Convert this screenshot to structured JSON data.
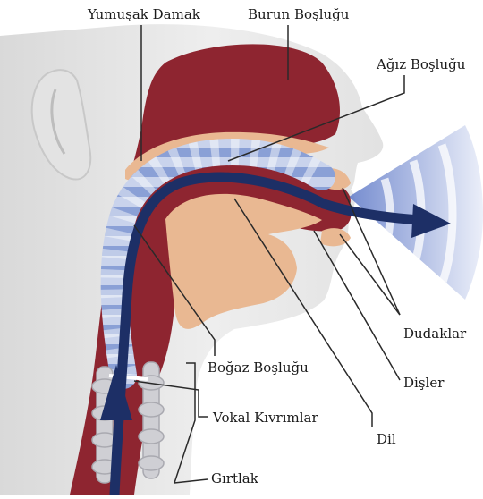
{
  "labels": {
    "soft_palate": "Yumuşak Damak",
    "nasal_cavity": "Burun Boşluğu",
    "oral_cavity": "Ağız Boşluğu",
    "lips": "Dudaklar",
    "teeth": "Dişler",
    "pharynx": "Boğaz Boşluğu",
    "vocal_folds": "Vokal Kıvrımlar",
    "tongue": "Dil",
    "larynx": "Gırtlak"
  },
  "colors": {
    "skin": "#e6e6e6",
    "cavity": "#8e2530",
    "tissue": "#e9b892",
    "airflow_light": "#c9d3ec",
    "airflow_dark": "#8aa0d6",
    "arrow": "#1d2f66",
    "cartilage": "#cfcfd4"
  }
}
